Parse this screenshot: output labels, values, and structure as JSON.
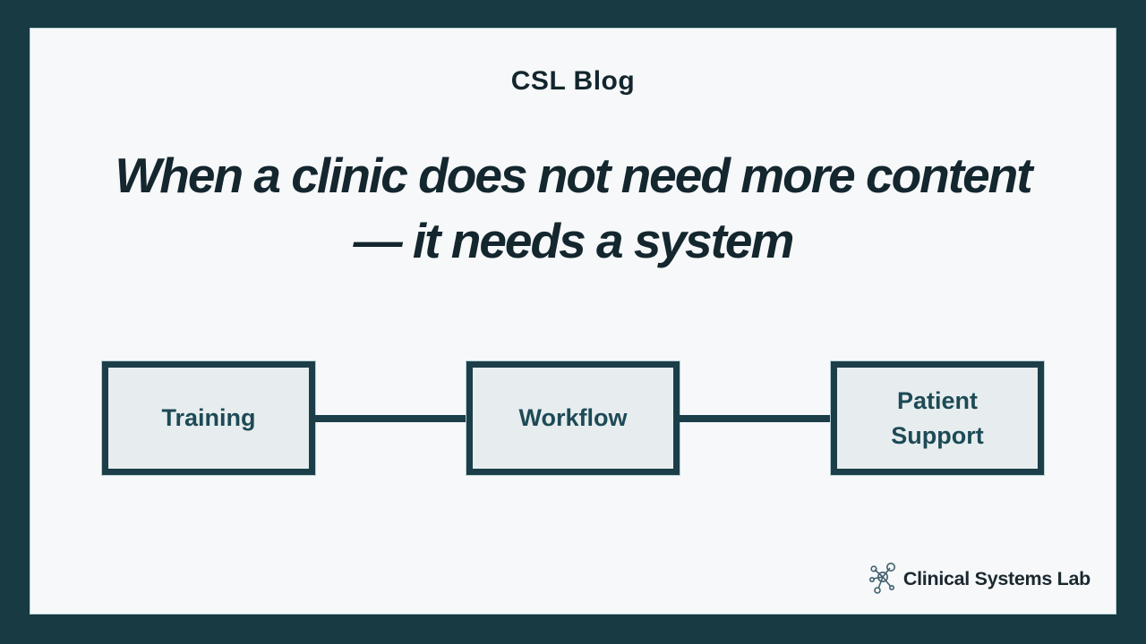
{
  "page": {
    "background_color": "#173a43",
    "card_background_color": "#f6f8f9"
  },
  "header": {
    "kicker": "CSL Blog"
  },
  "heading": {
    "line1": "When a clinic does not need more content",
    "line2": "— it needs a system"
  },
  "diagram": {
    "boxes": [
      {
        "label": "Training"
      },
      {
        "label": "Workflow"
      },
      {
        "label": "Patient Support"
      }
    ],
    "box_fill_color": "#e7edee",
    "box_border_color": "#1b3e49",
    "box_label_color": "#1d4a56",
    "connector_color": "#1b3e49"
  },
  "footer": {
    "brand": "Clinical Systems Lab",
    "logo_icon": "molecule-network-icon"
  },
  "colors": {
    "outer_background": "#173a43",
    "card_background": "#f6f8f9",
    "heading_text": "#14262e",
    "accent_teal": "#1d4a56"
  }
}
